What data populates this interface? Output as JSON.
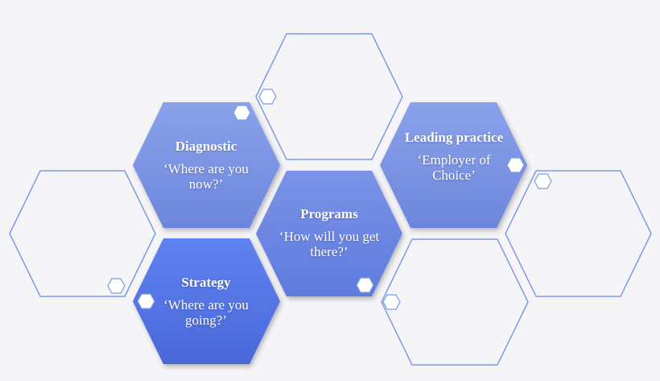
{
  "hexagons": [
    {
      "id": "diagnostic",
      "title": "Diagnostic",
      "subtitle": "‘Where are you now?’"
    },
    {
      "id": "programs",
      "title": "Programs",
      "subtitle": "‘How will you get there?’"
    },
    {
      "id": "strategy",
      "title": "Strategy",
      "subtitle": "‘Where are you going?’"
    },
    {
      "id": "leading",
      "title": "Leading practice",
      "subtitle": "‘Employer of Choice’"
    }
  ],
  "colors": {
    "fill_light": "#7f96e0",
    "fill_mid": "#6a86e2",
    "fill_strong": "#5a7ae6",
    "outline": "#7f9ae6",
    "background": "#f5f5f7"
  }
}
